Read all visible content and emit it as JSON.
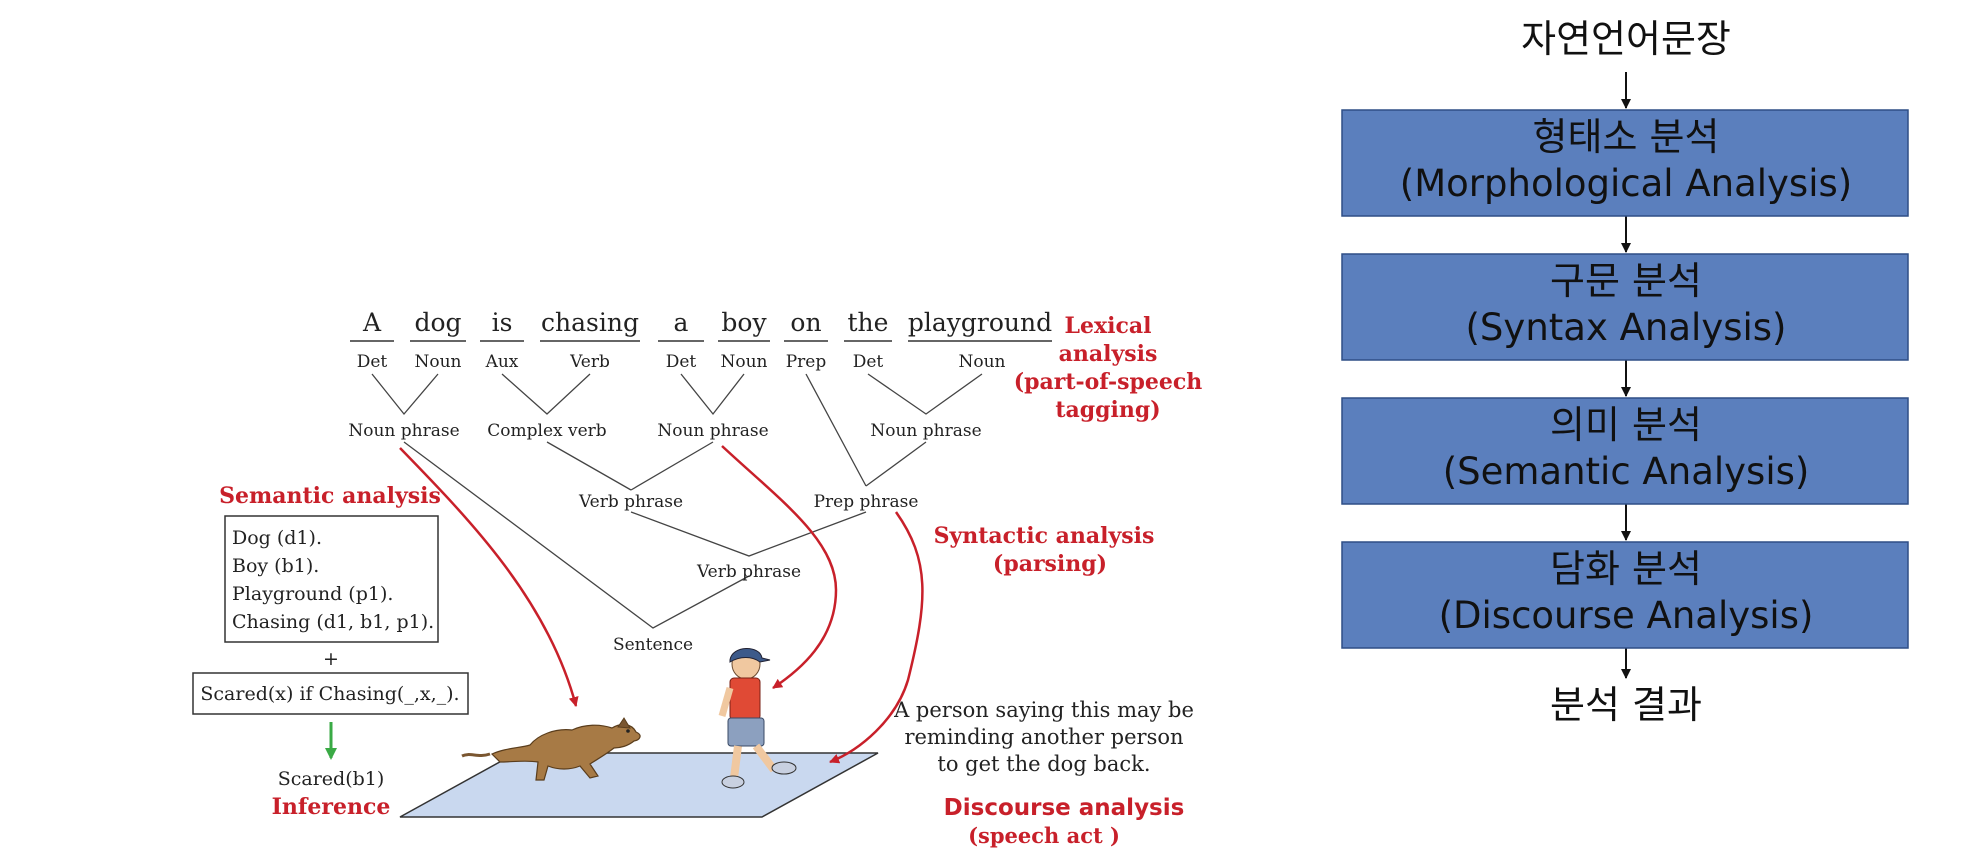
{
  "left_diagram": {
    "words": [
      "A",
      "dog",
      "is",
      "chasing",
      "a",
      "boy",
      "on",
      "the",
      "playground"
    ],
    "pos_tags": [
      "Det",
      "Noun",
      "Aux",
      "Verb",
      "Det",
      "Noun",
      "Prep",
      "Det",
      "Noun"
    ],
    "phrases": {
      "np1": "Noun phrase",
      "complex_verb": "Complex verb",
      "np2": "Noun phrase",
      "np3": "Noun phrase",
      "verb_phrase1": "Verb phrase",
      "prep_phrase": "Prep phrase",
      "verb_phrase2": "Verb phrase",
      "sentence": "Sentence"
    },
    "lexical_label": [
      "Lexical",
      "analysis",
      "(part-of-speech",
      "tagging)"
    ],
    "syntactic_label": [
      "Syntactic analysis",
      "(parsing)"
    ],
    "semantic_label": "Semantic analysis",
    "semantic_facts": [
      "Dog (d1).",
      "Boy (b1).",
      "Playground (p1).",
      "Chasing (d1, b1, p1)."
    ],
    "plus": "+",
    "rule": "Scared(x) if Chasing(_,x,_).",
    "inference_result": "Scared(b1)",
    "inference_label": "Inference",
    "speech_text": [
      "A person saying this may be",
      "reminding another person",
      "to get the dog back."
    ],
    "discourse_label": "Discourse analysis",
    "speech_act_label": "(speech act )"
  },
  "pipeline": {
    "input": "자연언어문장",
    "stages": [
      {
        "ko": "형태소 분석",
        "en": "(Morphological Analysis)"
      },
      {
        "ko": "구문 분석",
        "en": "(Syntax Analysis)"
      },
      {
        "ko": "의미 분석",
        "en": "(Semantic Analysis)"
      },
      {
        "ko": "담화 분석",
        "en": "(Discourse Analysis)"
      }
    ],
    "output": "분석 결과"
  },
  "colors": {
    "analysis_red": "#c8202a",
    "box_blue": "#5b7fbd",
    "box_border": "#2f4f86",
    "playground": "#c9d8ef",
    "inference_arrow": "#3aaa45"
  }
}
